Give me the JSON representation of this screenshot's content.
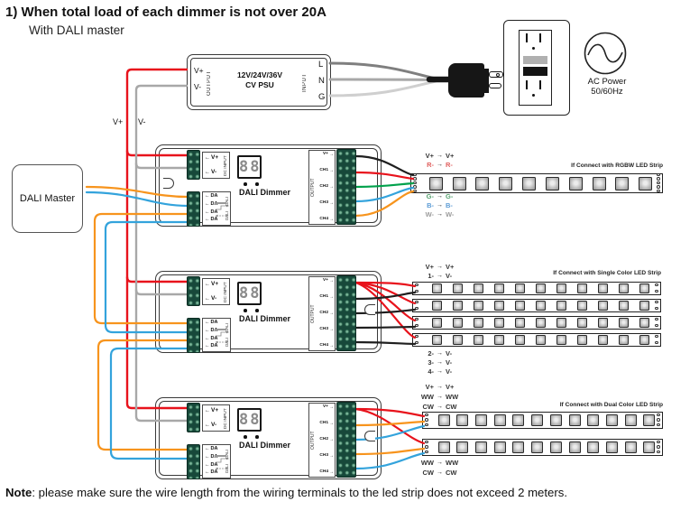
{
  "title": "1) When total load of each dimmer is not over 20A",
  "subtitle": "With DALI master",
  "note": {
    "label": "Note",
    "text": ": please make sure the wire length from the wiring terminals to the led strip does not exceed 2 meters."
  },
  "colors": {
    "red": "#e8131c",
    "gray": "#a8a8a8",
    "orange": "#f7941d",
    "blue": "#33a3dc",
    "green": "#00a14b",
    "black": "#1f1f1f",
    "line_l": "#7f7f7f",
    "line_n": "#a8a8a8",
    "line_g": "#cfcfcf",
    "terminal_block": "#17483a"
  },
  "psu": {
    "v_plus": "V+",
    "v_minus": "V-",
    "output_label": "OUTPUT",
    "center_line1": "12V/24V/36V",
    "center_line2": "CV PSU",
    "input_label": "INPUT",
    "l": "L",
    "n": "N",
    "g": "G"
  },
  "ac": {
    "line1": "AC Power",
    "line2": "50/60Hz"
  },
  "bus": {
    "v_plus": "V+",
    "v_minus": "V-"
  },
  "dali_master": {
    "label": "DALI Master"
  },
  "dimmer": {
    "name": "DALI Dimmer",
    "display": "88",
    "dc_input": {
      "rotated": "DC INPUT",
      "v_plus": "V+",
      "v_minus": "V-"
    },
    "dali": {
      "rotated": "DALI",
      "rows": [
        "DA",
        "DA",
        "DA",
        "DA"
      ]
    },
    "output": {
      "rotated": "OUTPUT",
      "rows": [
        "V+",
        "CH1",
        "CH2",
        "CH3",
        "CH4"
      ]
    }
  },
  "strips": {
    "rgbw": {
      "caption": "If Connect with RGBW LED Strip",
      "leds": 10,
      "labels_top": [
        [
          "V+",
          "V+"
        ],
        [
          "R-",
          "R-"
        ]
      ],
      "labels_bottom": [
        [
          "G-",
          "G-"
        ],
        [
          "B-",
          "B-"
        ],
        [
          "W-",
          "W-"
        ]
      ]
    },
    "single": {
      "caption": "If Connect with Single Color LED Strip",
      "leds": 11,
      "count": 4,
      "labels_top": [
        [
          "V+",
          "V+"
        ],
        [
          "1-",
          "V-"
        ]
      ],
      "labels_bottom": [
        [
          "2-",
          "V-"
        ],
        [
          "3-",
          "V-"
        ],
        [
          "4-",
          "V-"
        ]
      ]
    },
    "dual": {
      "caption": "If Connect with Dual Color LED Strip",
      "leds": 12,
      "count": 2,
      "labels_top": [
        [
          "V+",
          "V+"
        ],
        [
          "WW",
          "WW"
        ],
        [
          "CW",
          "CW"
        ]
      ],
      "labels_bottom": [
        [
          "WW",
          "WW"
        ],
        [
          "CW",
          "CW"
        ]
      ]
    }
  }
}
